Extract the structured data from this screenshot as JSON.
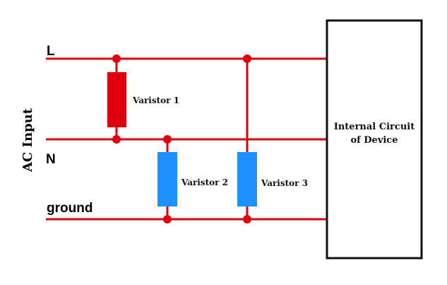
{
  "diagram": {
    "title_vertical": "AC Input",
    "lines": [
      {
        "id": "L",
        "label": "L"
      },
      {
        "id": "N",
        "label": "N"
      },
      {
        "id": "ground",
        "label": "ground"
      }
    ],
    "varistors": [
      {
        "label": "Varistor 1",
        "from": "L",
        "to": "N",
        "color": "#e0000b"
      },
      {
        "label": "Varistor 2",
        "from": "N",
        "to": "ground",
        "color": "#1e90ff"
      },
      {
        "label": "Varistor 3",
        "from": "L",
        "to": "ground",
        "color": "#1e90ff"
      }
    ],
    "device": {
      "line1": "Internal Circuit",
      "line2": "of Device"
    },
    "colors": {
      "wire": "#e0000b",
      "red_varistor": "#e0000b",
      "blue_varistor": "#1e90ff",
      "device_border": "#111111"
    }
  }
}
